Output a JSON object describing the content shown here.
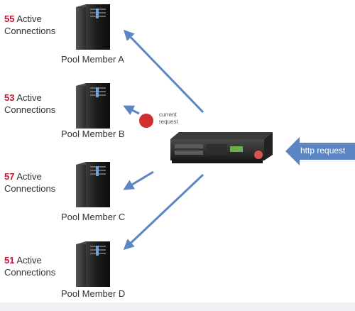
{
  "members": [
    {
      "count": "55",
      "active_word": "Active",
      "connections_word": "Connections",
      "name": "Pool Member A"
    },
    {
      "count": "53",
      "active_word": "Active",
      "connections_word": "Connections",
      "name": "Pool Member B"
    },
    {
      "count": "57",
      "active_word": "Active",
      "connections_word": "Connections",
      "name": "Pool Member C"
    },
    {
      "count": "51",
      "active_word": "Active",
      "connections_word": "Connections",
      "name": "Pool Member D"
    }
  ],
  "current_request": {
    "line1": "current",
    "line2": "request"
  },
  "http_request": {
    "label": "http request"
  },
  "colors": {
    "count_red": "#c8102e",
    "arrow_blue": "#5b86c3",
    "request_dot": "#d32f2f"
  }
}
